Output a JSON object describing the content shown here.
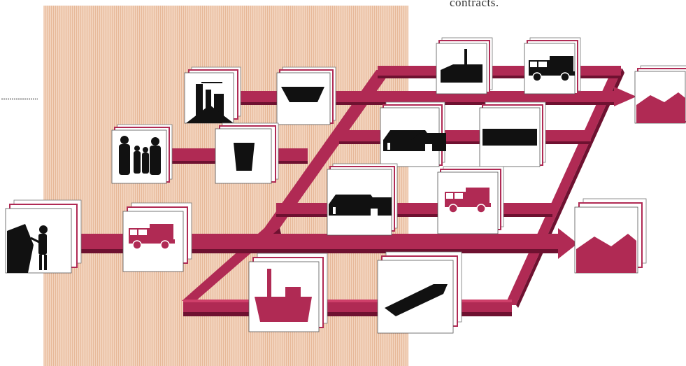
{
  "caption": "contracts.",
  "colors": {
    "flow": "#b02a54",
    "flow_shadow": "#6e1130",
    "flow_highlight": "#cf3f6a",
    "panel_light": "#f2d3bd",
    "panel_dark": "#e7b898",
    "card_edge": "#b02a54",
    "ink": "#111111"
  },
  "sources": [
    {
      "name": "construction-site-card",
      "icon": "construction-site-icon"
    },
    {
      "name": "family-card",
      "icon": "family-icon"
    },
    {
      "name": "waste-worker-card",
      "icon": "waste-worker-icon"
    }
  ],
  "containers": [
    {
      "name": "skip-card",
      "icon": "skip-icon"
    },
    {
      "name": "waste-bin-card",
      "icon": "waste-bin-icon"
    },
    {
      "name": "collection-truck-card",
      "icon": "truck-icon"
    }
  ],
  "processors": [
    {
      "name": "incinerator-card",
      "icon": "incinerator-icon"
    },
    {
      "name": "transfer-station-card",
      "icon": "transfer-station-icon"
    },
    {
      "name": "depot-card",
      "icon": "depot-icon"
    },
    {
      "name": "long-shed-card",
      "icon": "long-shed-icon"
    },
    {
      "name": "transfer-truck-card",
      "icon": "truck-icon"
    },
    {
      "name": "haulage-truck-card",
      "icon": "truck-icon"
    },
    {
      "name": "barge-crane-card",
      "icon": "crane-icon"
    },
    {
      "name": "barge-card",
      "icon": "barge-icon"
    }
  ],
  "destinations": [
    {
      "name": "landfill-top-card",
      "icon": "landfill-icon"
    },
    {
      "name": "landfill-bottom-card",
      "icon": "landfill-icon"
    }
  ]
}
